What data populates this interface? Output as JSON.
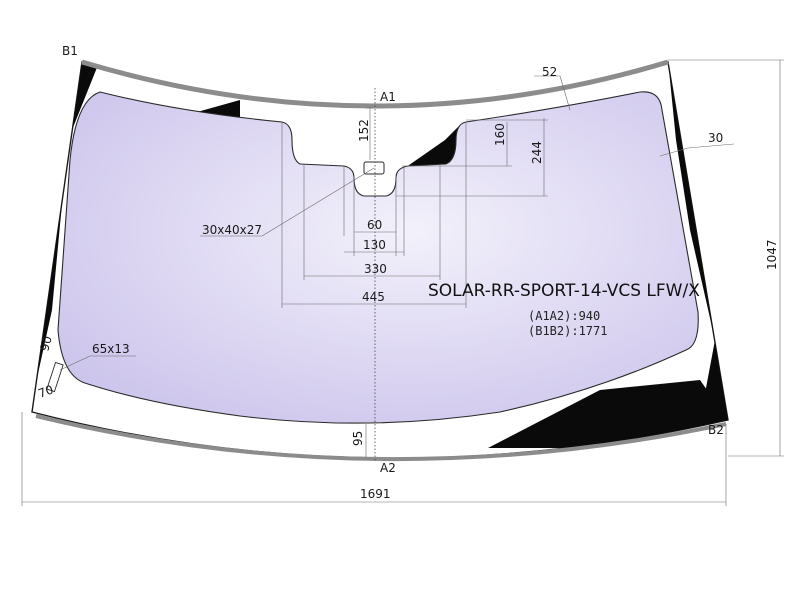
{
  "diagram": {
    "product_code": "SOLAR-RR-SPORT-14-VCS LFW/X",
    "diagonals": [
      "(A1A2):940",
      "(B1B2):1771"
    ],
    "points": {
      "a1": "A1",
      "a2": "A2",
      "b1": "B1",
      "b2": "B2"
    },
    "dimensions": {
      "width_total": "1691",
      "height_total": "1047",
      "top_border": "52",
      "side_border": "30",
      "bottom_border": "95",
      "sensor_top": "152",
      "cutout_depth": "160",
      "cutout_depth_outer": "244",
      "w60": "60",
      "w130": "130",
      "w330": "330",
      "w445": "445",
      "sensor_pad": "30x40x27",
      "label_size": "65x13",
      "label_90": "90",
      "label_70": "70"
    },
    "colors": {
      "frit": "#0a0a0a",
      "edge": "#8c8c8c",
      "glass_light": "#f2f0fb",
      "glass_tint": "#cec6ec"
    }
  }
}
